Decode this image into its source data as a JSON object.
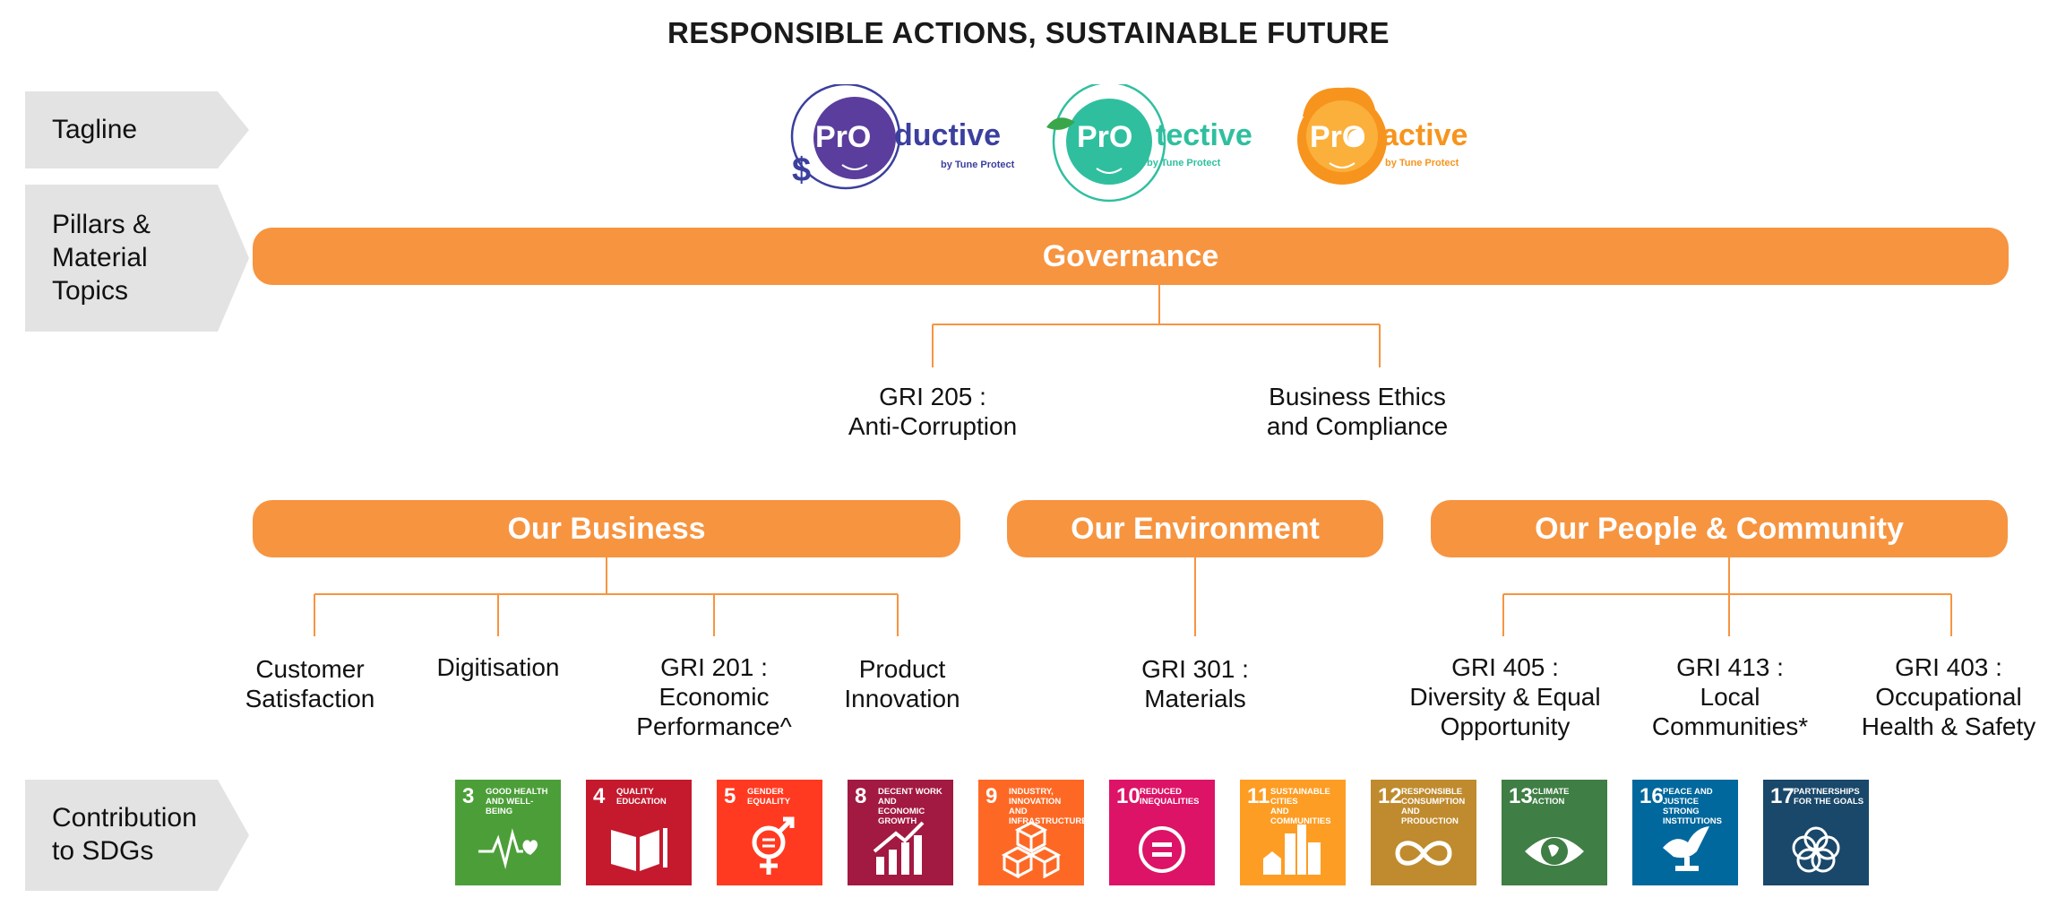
{
  "title": "RESPONSIBLE ACTIONS, SUSTAINABLE FUTURE",
  "row_labels": {
    "tagline": "Tagline",
    "pillars": "Pillars &\nMaterial\nTopics",
    "sdgs": "Contribution\nto SDGs"
  },
  "logos": [
    {
      "badge": "PrO",
      "word": "ductive",
      "by": "by Tune Protect",
      "color": "#5a3d9c",
      "icon": "dollar-icon"
    },
    {
      "badge": "PrO",
      "word": "tective",
      "by": "by Tune Protect",
      "color": "#2fbf9f",
      "icon": "leaf-icon"
    },
    {
      "badge": "PrO",
      "word": "active",
      "by": "by Tune Protect",
      "color": "#f7941d",
      "icon": "person-icon"
    }
  ],
  "governance": {
    "label": "Governance",
    "topics": [
      "GRI 205 :\nAnti-Corruption",
      "Business Ethics\nand Compliance"
    ]
  },
  "pillars": [
    {
      "label": "Our Business",
      "topics": [
        "Customer\nSatisfaction",
        "Digitisation",
        "GRI 201 :\nEconomic\nPerformance^",
        "Product\nInnovation"
      ]
    },
    {
      "label": "Our Environment",
      "topics": [
        "GRI 301 :\nMaterials"
      ]
    },
    {
      "label": "Our People & Community",
      "topics": [
        "GRI 405 :\nDiversity & Equal\nOpportunity",
        "GRI 413 :\nLocal\nCommunities*",
        "GRI 403 :\nOccupational\nHealth & Safety"
      ]
    }
  ],
  "sdgs": [
    {
      "num": "3",
      "label": "GOOD HEALTH\nAND WELL-BEING",
      "color": "#4c9f38",
      "icon": "heartbeat-icon"
    },
    {
      "num": "4",
      "label": "QUALITY\nEDUCATION",
      "color": "#c5192d",
      "icon": "book-icon"
    },
    {
      "num": "5",
      "label": "GENDER\nEQUALITY",
      "color": "#ff3a21",
      "icon": "gender-icon"
    },
    {
      "num": "8",
      "label": "DECENT WORK AND\nECONOMIC GROWTH",
      "color": "#a21942",
      "icon": "growth-chart-icon"
    },
    {
      "num": "9",
      "label": "INDUSTRY, INNOVATION\nAND INFRASTRUCTURE",
      "color": "#fd6925",
      "icon": "cubes-icon"
    },
    {
      "num": "10",
      "label": "REDUCED\nINEQUALITIES",
      "color": "#dd1367",
      "icon": "equal-icon"
    },
    {
      "num": "11",
      "label": "SUSTAINABLE CITIES\nAND COMMUNITIES",
      "color": "#fd9d24",
      "icon": "city-icon"
    },
    {
      "num": "12",
      "label": "RESPONSIBLE\nCONSUMPTION\nAND PRODUCTION",
      "color": "#bf8b2e",
      "icon": "infinity-icon"
    },
    {
      "num": "13",
      "label": "CLIMATE\nACTION",
      "color": "#3f7e44",
      "icon": "eye-globe-icon"
    },
    {
      "num": "16",
      "label": "PEACE AND JUSTICE\nSTRONG INSTITUTIONS",
      "color": "#00689d",
      "icon": "dove-icon"
    },
    {
      "num": "17",
      "label": "PARTNERSHIPS\nFOR THE GOALS",
      "color": "#19486a",
      "icon": "rings-icon"
    }
  ]
}
